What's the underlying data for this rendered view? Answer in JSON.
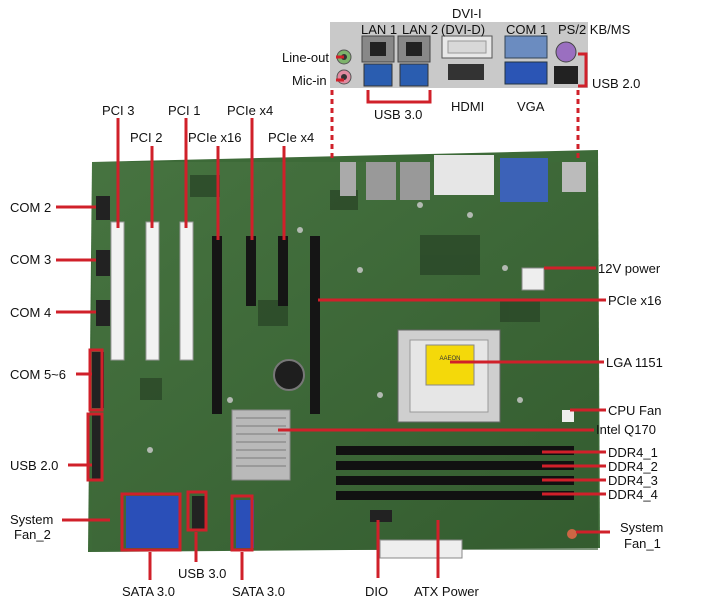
{
  "labels": {
    "line_out": "Line-out",
    "mic_in": "Mic-in",
    "lan1": "LAN 1",
    "lan2": "LAN 2",
    "dvi_i": "DVI-I",
    "dvi_d": "(DVI-D)",
    "com1": "COM 1",
    "ps2": "PS/2 KB/MS",
    "usb20_top": "USB 2.0",
    "usb30_top": "USB 3.0",
    "hdmi": "HDMI",
    "vga": "VGA",
    "pci3": "PCI 3",
    "pci2": "PCI 2",
    "pci1": "PCI 1",
    "pcie_x16_a": "PCIe x16",
    "pcie_x4_a": "PCIe x4",
    "pcie_x4_b": "PCIe x4",
    "com2": "COM 2",
    "com3": "COM 3",
    "com4": "COM 4",
    "com56": "COM 5~6",
    "usb20_left": "USB 2.0",
    "sys_fan2_a": "System",
    "sys_fan2_b": "Fan_2",
    "power12v": "12V power",
    "pcie_x16_b": "PCIe x16",
    "lga": "LGA 1151",
    "cpu_fan": "CPU Fan",
    "q170": "Intel Q170",
    "ddr1": "DDR4_1",
    "ddr2": "DDR4_2",
    "ddr3": "DDR4_3",
    "ddr4": "DDR4_4",
    "sys_fan1_a": "System",
    "sys_fan1_b": "Fan_1",
    "sata30_a": "SATA 3.0",
    "usb30_bottom": "USB 3.0",
    "sata30_b": "SATA 3.0",
    "dio": "DIO",
    "atx": "ATX Power"
  },
  "board_text": {
    "cpu_sticker": "AAEON"
  },
  "colors": {
    "callout": "#d0202a",
    "pcb": "#3f6a3a",
    "pcb_dark": "#2c4f2a"
  }
}
